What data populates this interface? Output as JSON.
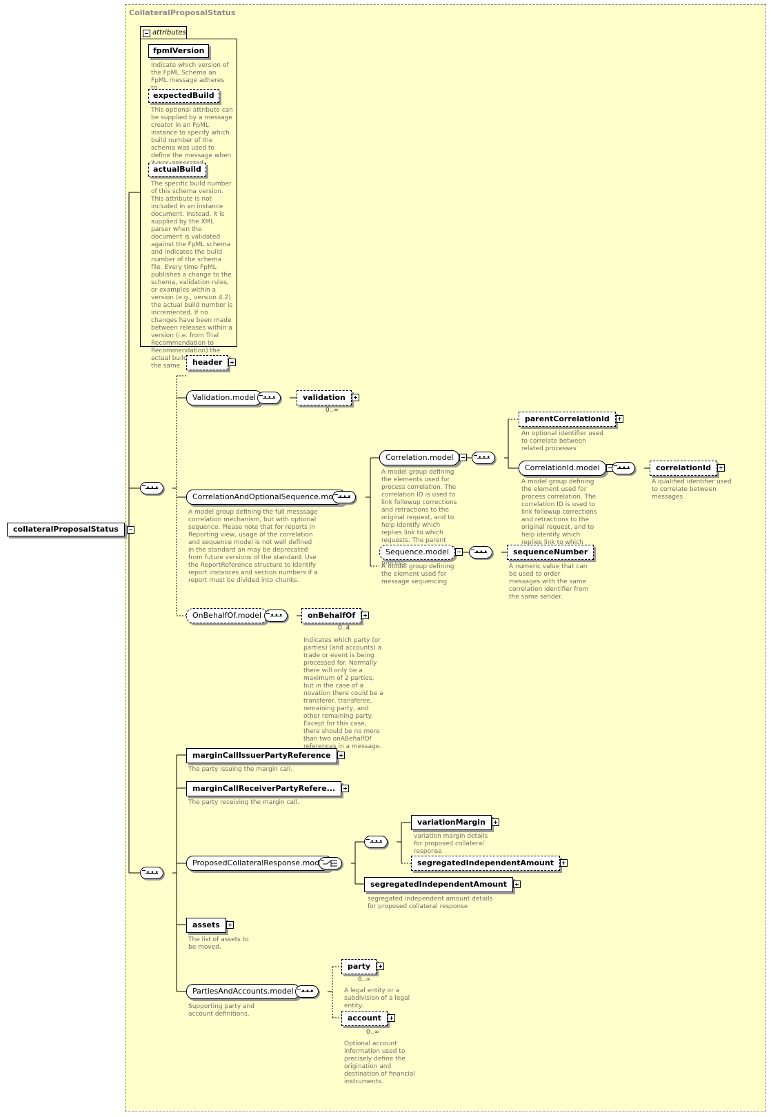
{
  "title": "CollateralProposalStatus",
  "root": "collateralProposalStatus",
  "attributes": {
    "tab": "attributes",
    "items": [
      {
        "name": "fpmlVersion",
        "desc": "Indicate which version of the FpML Schema an FpML message adheres to."
      },
      {
        "name": "expectedBuild",
        "desc": "This optional attribute can be supplied by a message creator in an FpML instance to specify which build number of the schema was used to define the message when it was generated."
      },
      {
        "name": "actualBuild",
        "desc": "The specific build number of this schema version. This attribute is not included in an instance document. Instead, it is supplied by the XML parser when the document is validated against the FpML schema and indicates the build number of the schema file. Every time FpML publishes a change to the schema, validation rules, or examples within a version (e.g., version 4.2) the actual build number is incremented. If no changes have been made between releases within a version (i.e. from Trial Recommendation to Recommendation) the actual build number stays the same."
      }
    ]
  },
  "nodes": {
    "header": "header",
    "validation_model": "Validation.model",
    "validation": "validation",
    "validation_card": "0..∞",
    "corr_seq_model": "CorrelationAndOptionalSequence.mo...",
    "corr_seq_desc": "A model group defining the full messsage correlation mechanism, but with optional sequence. Please note that for reports in Reporting view, usage of the correlation and sequence model is not well defined in the standard an may be deprecated from future versions of the standard. Use the ReportReference structure to identify report instances and section numbers if a report must be divided into chunks.",
    "correlation_model": "Correlation.model",
    "correlation_desc": "A model group defining the elements used for process correlation. The correlation ID is used to link followup corrections and retractions to the original request, and to help identify which replies link to which requests. The parent correlation ID is used to keep track of the parent process.",
    "parent_correlation_id": "parentCorrelationId",
    "parent_correlation_desc": "An optional identifier used to correlate between related processes",
    "correlation_id_model": "CorrelationId.model",
    "correlation_id_model_desc": "A model group defining the element used for process correlation. The correlation ID is used to link followup corrections and retractions to the original request, and to help identify which replies link to which requests.",
    "correlation_id": "correlationId",
    "correlation_id_desc": "A qualified identifier used to correlate between messages",
    "sequence_model": "Sequence.model",
    "sequence_model_desc": "A model group defining the element used for message sequencing",
    "sequence_number": "sequenceNumber",
    "sequence_number_desc": "A numeric value that can be used to order messages with the same correlation identifier from the same sender.",
    "on_behalf_model": "OnBehalfOf.model",
    "on_behalf": "onBehalfOf",
    "on_behalf_card": "0..4",
    "on_behalf_desc": "Indicates which party (or parties) (and accounts) a trade or event is being processed for. Normally there will only be a maximum of 2 parties, but in the case of a novation there could be a transferor, transferee, remaining party, and other remaining party. Except for this case, there should be no more than two onABehalfOf references in a message.",
    "issuer_ref": "marginCallIssuerPartyReference",
    "issuer_ref_desc": "The party issuing the margin call.",
    "receiver_ref": "marginCallReceiverPartyRefere...",
    "receiver_ref_desc": "The party receiving the margin call.",
    "proposed_model": "ProposedCollateralResponse.model",
    "variation_margin": "variationMargin",
    "variation_margin_desc": "variation margin details for proposed collateral response",
    "seg_amount_opt": "segregatedIndependentAmount",
    "seg_amount": "segregatedIndependentAmount",
    "seg_amount_desc": "segregated independent amount details for proposed collateral response",
    "assets": "assets",
    "assets_desc": "The list of assets to be moved.",
    "parties_model": "PartiesAndAccounts.model",
    "parties_model_desc": "Supporting party and account definitions.",
    "party": "party",
    "party_card": "0..∞",
    "party_desc": "A legal entity or a subdivision of a legal entity.",
    "account": "account",
    "account_card": "0..∞",
    "account_desc": "Optional account information used to precisely define the origination and destination of financial instruments."
  }
}
